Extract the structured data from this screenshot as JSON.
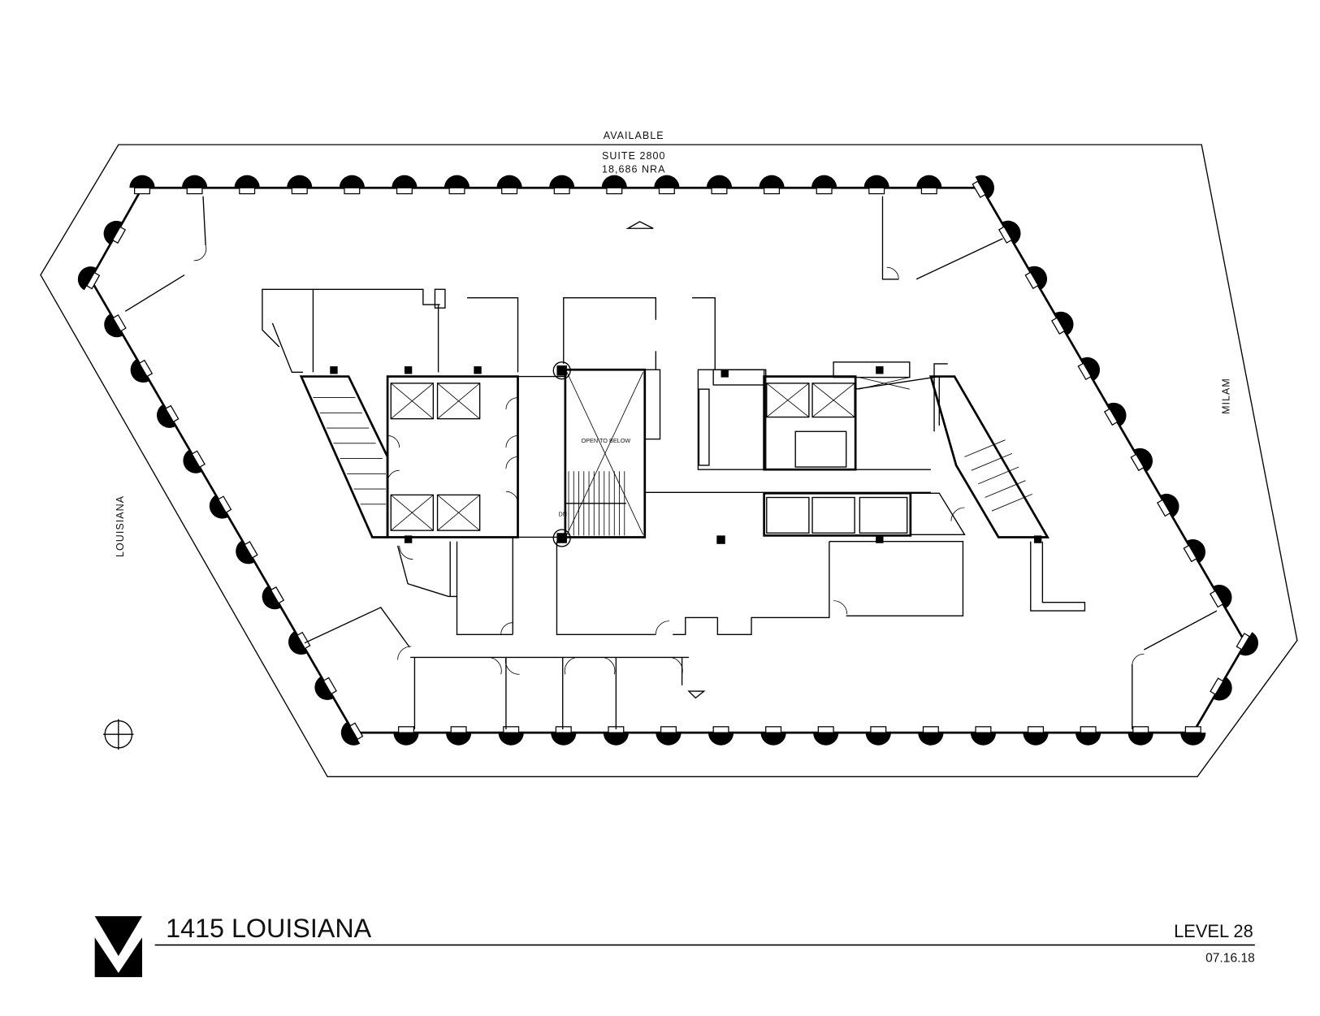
{
  "plan": {
    "status": "AVAILABLE",
    "suite": "SUITE 2800",
    "area": "18,686 NRA",
    "street_left": "LOUISIANA",
    "street_right": "MILAM",
    "atrium_label": "OPEN TO BELOW",
    "stair_label": "DN",
    "icons": [
      "north-arrow-icon",
      "column-icon",
      "elevator-icon",
      "stair-icon"
    ]
  },
  "title_block": {
    "building": "1415 LOUISIANA",
    "level": "LEVEL 28",
    "date": "07.16.18"
  },
  "colors": {
    "ink": "#000000",
    "paper": "#ffffff"
  }
}
